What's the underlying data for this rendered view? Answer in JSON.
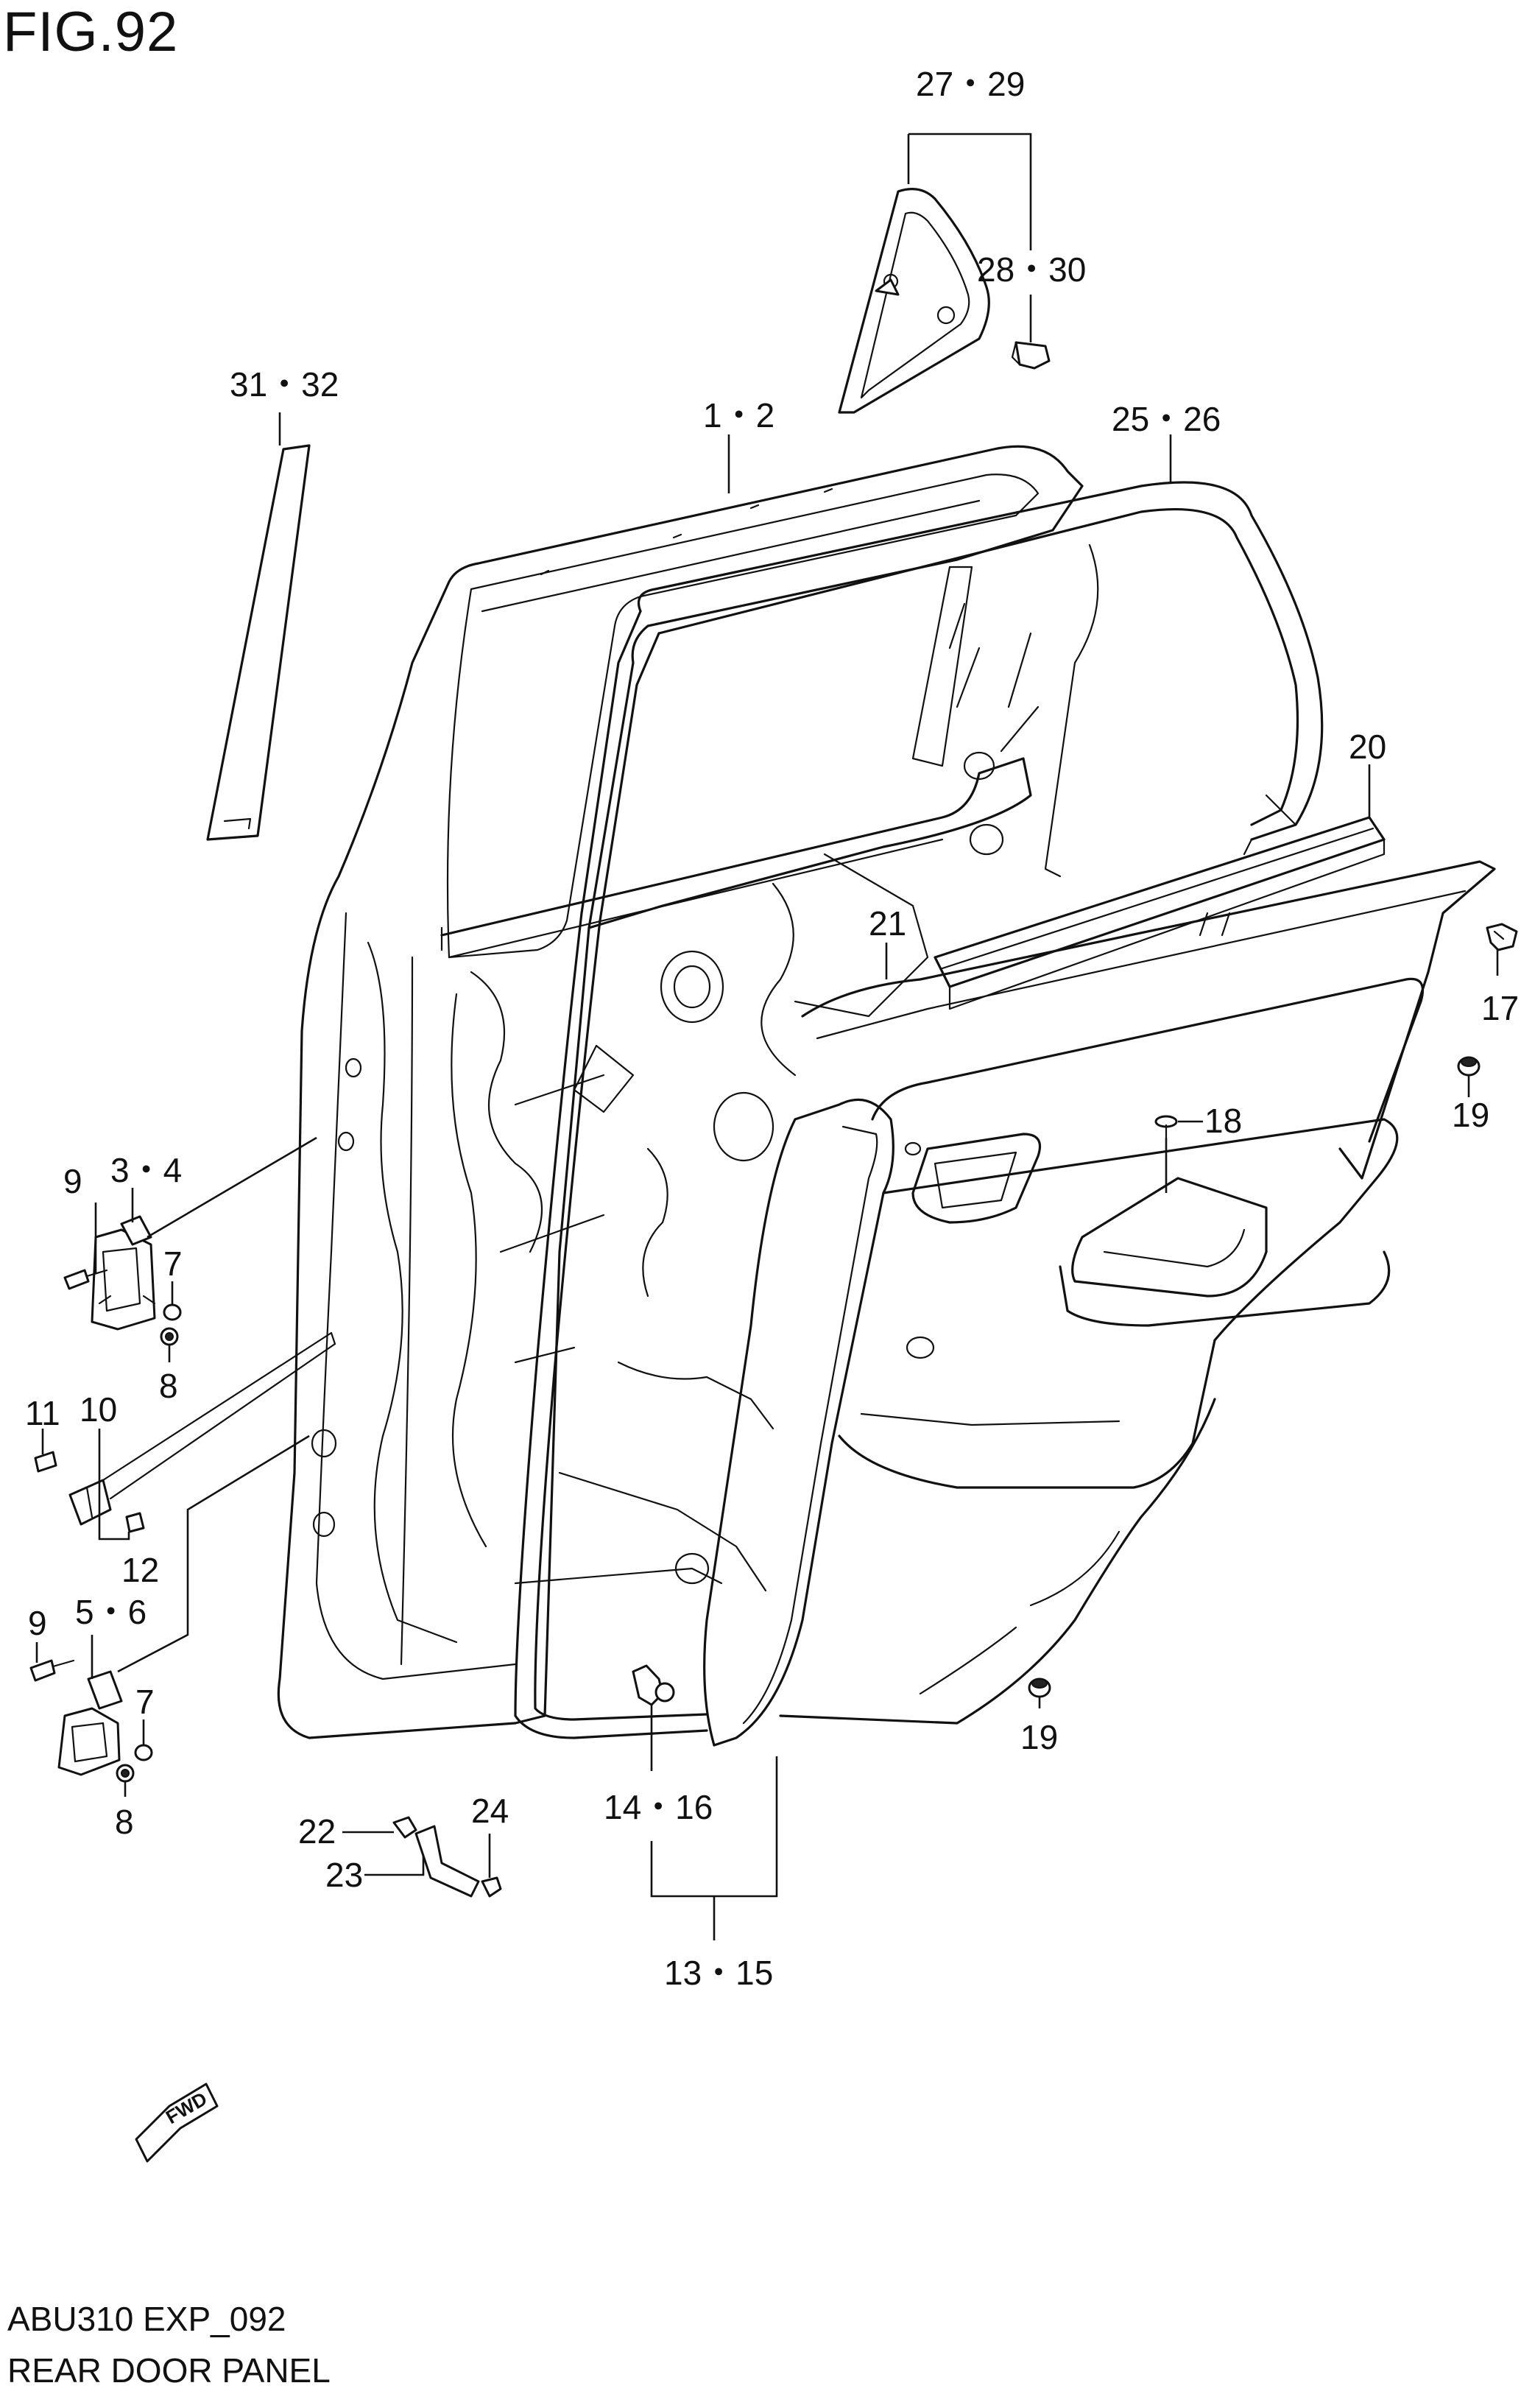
{
  "figure": {
    "title": "FIG.92",
    "code": "ABU310 EXP_092",
    "name": "REAR DOOR PANEL",
    "fwd_label": "FWD"
  },
  "callouts": {
    "c27_29": "27・29",
    "c28_30": "28・30",
    "c31_32": "31・32",
    "c1_2": "1・2",
    "c25_26": "25・26",
    "c20": "20",
    "c21": "21",
    "c17": "17",
    "c19a": "19",
    "c18": "18",
    "c9a": "9",
    "c3_4": "3・4",
    "c7a": "7",
    "c8a": "8",
    "c11": "11",
    "c10": "10",
    "c12": "12",
    "c9b": "9",
    "c5_6": "5・6",
    "c7b": "7",
    "c8b": "8",
    "c19b": "19",
    "c14_16": "14・16",
    "c13_15": "13・15",
    "c22": "22",
    "c23": "23",
    "c24": "24"
  }
}
